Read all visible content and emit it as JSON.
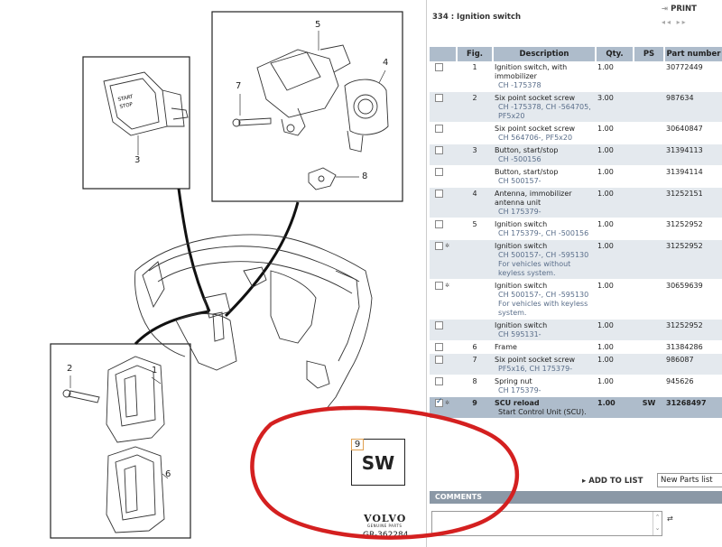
{
  "diagram": {
    "callouts": [
      "5",
      "4",
      "7",
      "8",
      "3",
      "2",
      "1",
      "6"
    ],
    "start_button_text": [
      "START",
      "STOP"
    ],
    "sw_number": "9",
    "sw_label": "SW",
    "brand": "VOLVO",
    "brand_sub": "GENUINE PARTS",
    "code": "GR-362284"
  },
  "panel": {
    "title": "334 : Ignition switch",
    "print_label": "PRINT",
    "pager": "◂◂ ▸▸"
  },
  "table": {
    "headers": [
      "",
      "Fig.",
      "Description",
      "Qty.",
      "PS",
      "Part number"
    ],
    "rows": [
      {
        "fig": "1",
        "desc": "Ignition switch, with immobilizer",
        "sub": "CH -175378",
        "note": "",
        "qty": "1.00",
        "ps": "",
        "part": "30772449",
        "checked": false,
        "star": false
      },
      {
        "fig": "2",
        "desc": "Six point socket screw",
        "sub": "CH -175378, CH -564705, PF5x20",
        "note": "",
        "qty": "3.00",
        "ps": "",
        "part": "987634",
        "checked": false,
        "star": false
      },
      {
        "fig": "",
        "desc": "Six point socket screw",
        "sub": "CH 564706-, PF5x20",
        "note": "",
        "qty": "1.00",
        "ps": "",
        "part": "30640847",
        "checked": false,
        "star": false
      },
      {
        "fig": "3",
        "desc": "Button, start/stop",
        "sub": "CH -500156",
        "note": "",
        "qty": "1.00",
        "ps": "",
        "part": "31394113",
        "checked": false,
        "star": false
      },
      {
        "fig": "",
        "desc": "Button, start/stop",
        "sub": "CH 500157-",
        "note": "",
        "qty": "1.00",
        "ps": "",
        "part": "31394114",
        "checked": false,
        "star": false
      },
      {
        "fig": "4",
        "desc": "Antenna, immobilizer antenna unit",
        "sub": "CH 175379-",
        "note": "",
        "qty": "1.00",
        "ps": "",
        "part": "31252151",
        "checked": false,
        "star": false
      },
      {
        "fig": "5",
        "desc": "Ignition switch",
        "sub": "CH 175379-, CH -500156",
        "note": "",
        "qty": "1.00",
        "ps": "",
        "part": "31252952",
        "checked": false,
        "star": false
      },
      {
        "fig": "",
        "desc": "Ignition switch",
        "sub": "CH 500157-, CH -595130",
        "note": "For vehicles without keyless system.",
        "qty": "1.00",
        "ps": "",
        "part": "31252952",
        "checked": false,
        "star": true
      },
      {
        "fig": "",
        "desc": "Ignition switch",
        "sub": "CH 500157-, CH -595130",
        "note": "For vehicles with keyless system.",
        "qty": "1.00",
        "ps": "",
        "part": "30659639",
        "checked": false,
        "star": true
      },
      {
        "fig": "",
        "desc": "Ignition switch",
        "sub": "CH 595131-",
        "note": "",
        "qty": "1.00",
        "ps": "",
        "part": "31252952",
        "checked": false,
        "star": false
      },
      {
        "fig": "6",
        "desc": "Frame",
        "sub": "",
        "note": "",
        "qty": "1.00",
        "ps": "",
        "part": "31384286",
        "checked": false,
        "star": false
      },
      {
        "fig": "7",
        "desc": "Six point socket screw",
        "sub": "PF5x16, CH 175379-",
        "note": "",
        "qty": "1.00",
        "ps": "",
        "part": "986087",
        "checked": false,
        "star": false
      },
      {
        "fig": "8",
        "desc": "Spring nut",
        "sub": "CH 175379-",
        "note": "",
        "qty": "1.00",
        "ps": "",
        "part": "945626",
        "checked": false,
        "star": false
      },
      {
        "fig": "9",
        "desc": "SCU reload",
        "sub": "Start Control Unit (SCU).",
        "note": "",
        "qty": "1.00",
        "ps": "SW",
        "part": "31268497",
        "checked": true,
        "star": true
      }
    ]
  },
  "actions": {
    "add_to_list": "ADD TO LIST",
    "list_select_value": "New Parts list",
    "comments_label": "COMMENTS"
  },
  "colors": {
    "header_bg": "#aebccb",
    "alt_row_bg": "#e4e9ee",
    "annotation": "#d42020"
  }
}
